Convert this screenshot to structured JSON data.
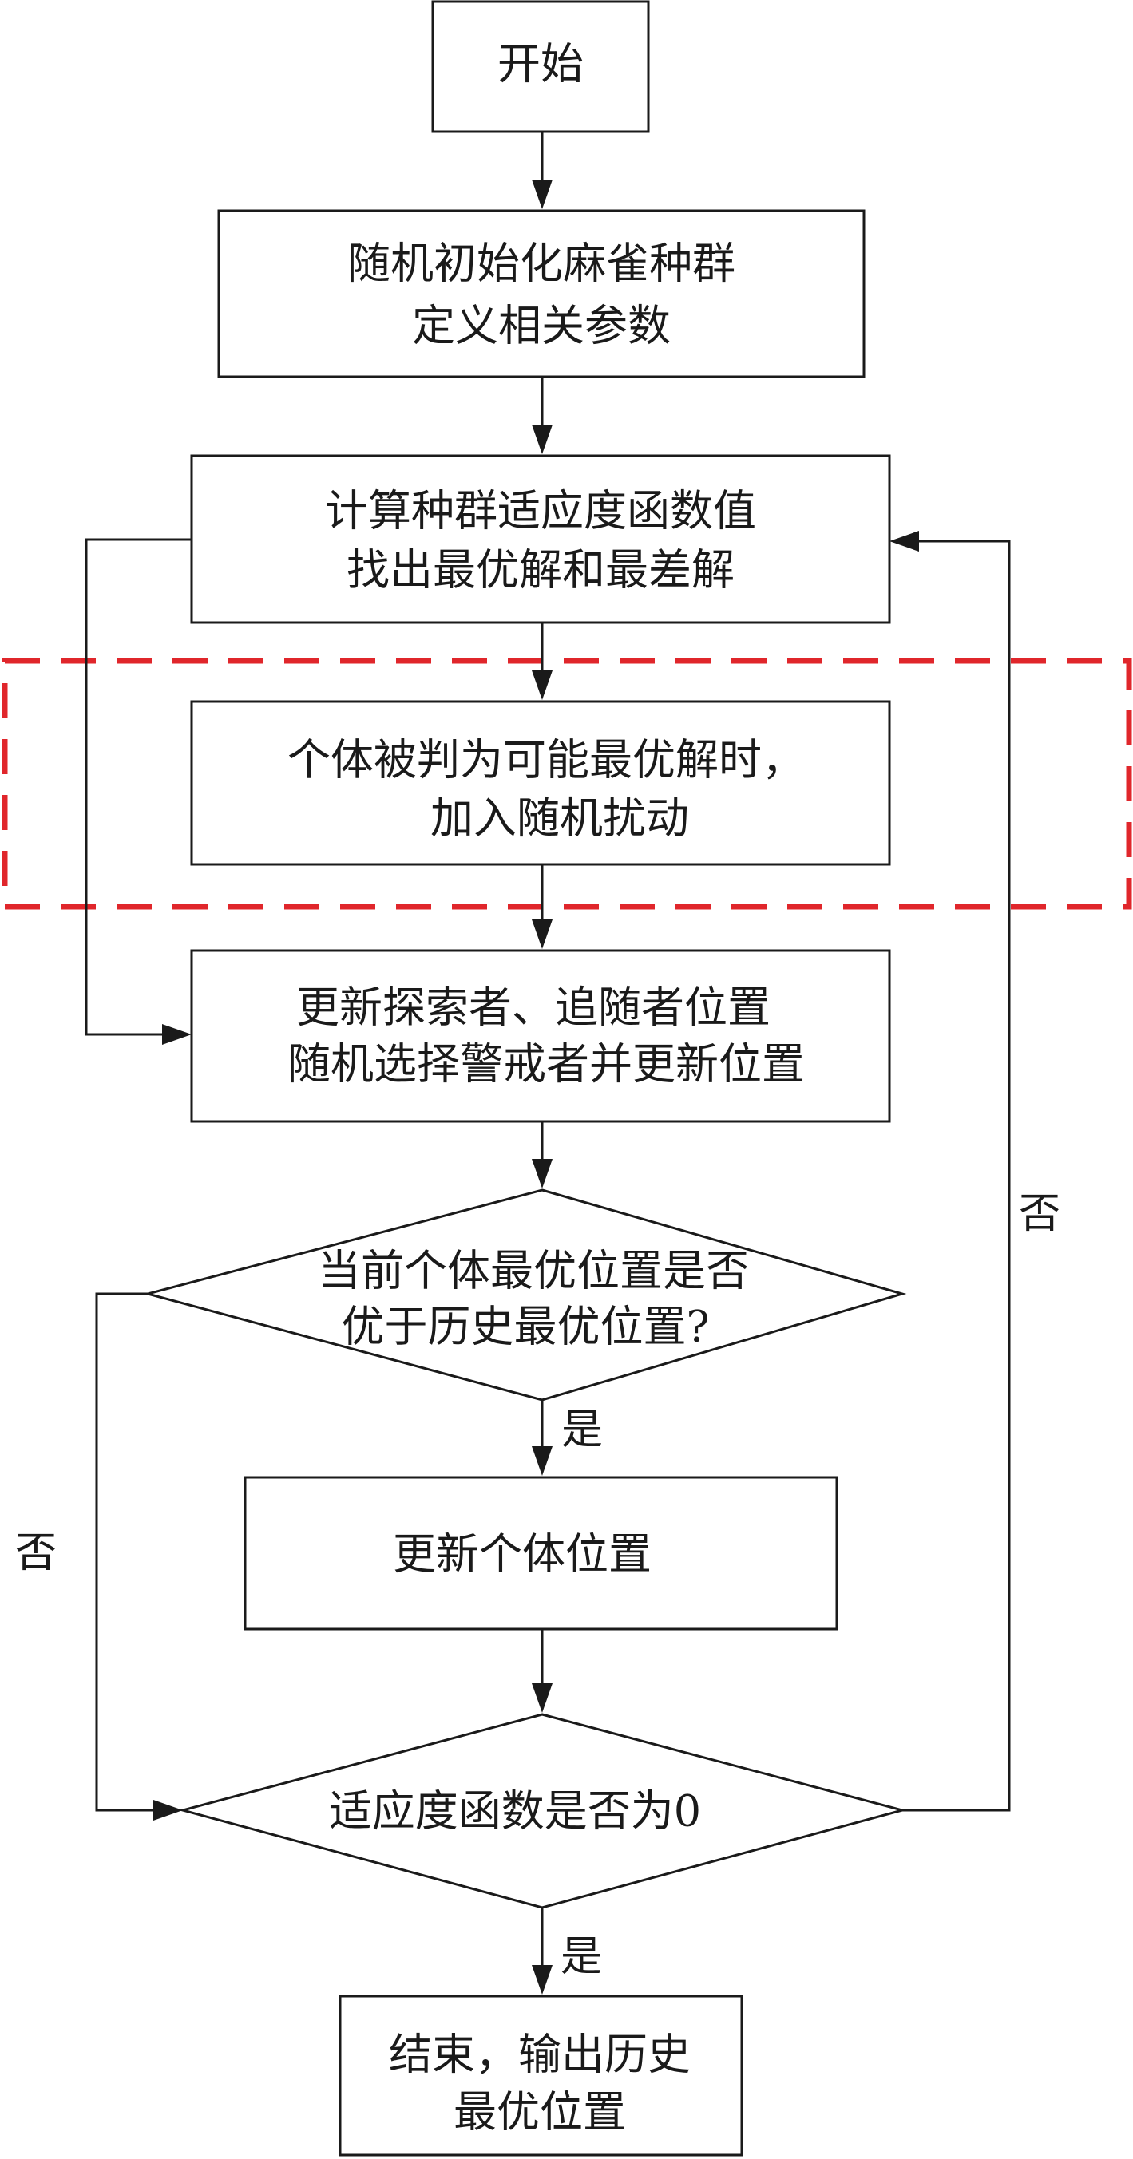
{
  "nodes": {
    "start": {
      "lines": [
        "开始"
      ]
    },
    "init": {
      "lines": [
        "随机初始化麻雀种群",
        "定义相关参数"
      ]
    },
    "fitness": {
      "lines": [
        "计算种群适应度函数值",
        "找出最优解和最差解"
      ]
    },
    "perturb": {
      "lines": [
        "个体被判为可能最优解时，",
        "加入随机扰动"
      ]
    },
    "update": {
      "lines": [
        "更新探索者、追随者位置",
        "随机选择警戒者并更新位置"
      ]
    },
    "compare": {
      "lines": [
        "当前个体最优位置是否",
        "优于历史最优位置?"
      ]
    },
    "update_individual": {
      "lines": [
        "更新个体位置"
      ]
    },
    "check_zero": {
      "lines": [
        "适应度函数是否为0"
      ]
    },
    "end": {
      "lines": [
        "结束，输出历史",
        "最优位置"
      ]
    }
  },
  "edges": {
    "compare_yes": "是",
    "compare_no": "否",
    "check_zero_yes": "是",
    "check_zero_no": "否"
  }
}
